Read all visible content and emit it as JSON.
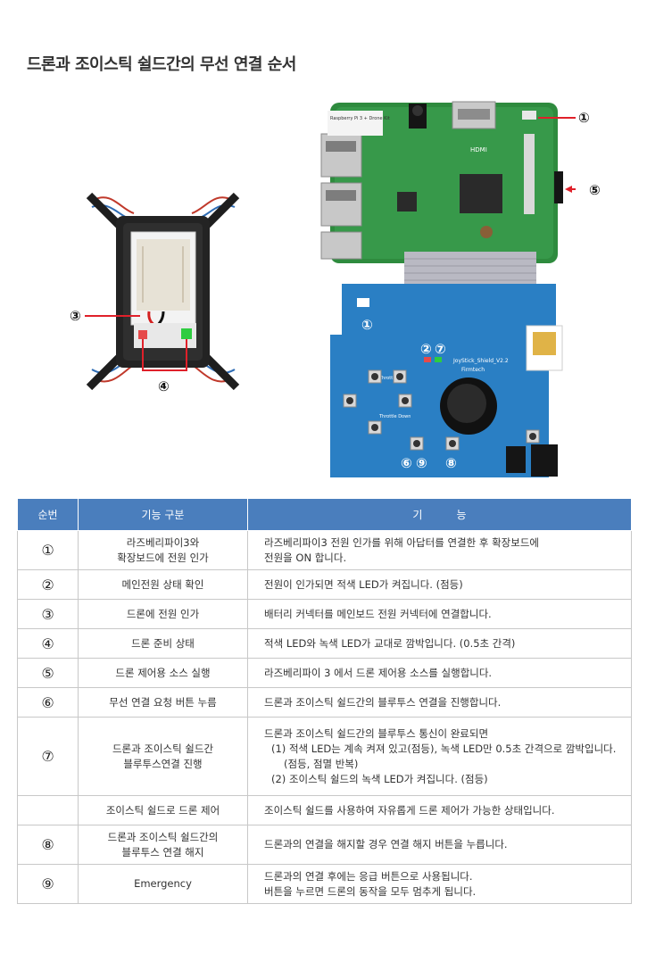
{
  "page": {
    "title": "드론과 조이스틱 쉴드간의 무선 연결 순서"
  },
  "drone_callouts": [
    "③",
    "④"
  ],
  "board_callouts": [
    "①",
    "⑤",
    "①",
    "②",
    "⑦",
    "⑥",
    "⑨",
    "⑧"
  ],
  "board_labels": {
    "rpi_label": "Raspberry Pi 3 + Drone Kit",
    "hdmi": "HDMI",
    "shield_name": "JoyStick_Shield_V2.2",
    "brand": "Firmtech",
    "throttle_up": "Throttle Up",
    "throttle_down": "Throttle Down"
  },
  "table": {
    "headers": [
      "순번",
      "기능 구분",
      "기          능"
    ],
    "rows": [
      {
        "num": "①",
        "cat": [
          "라즈베리파이3와",
          "확장보드에 전원 인가"
        ],
        "desc": [
          "라즈베리파이3 전원 인가를 위해 아답터를 연결한 후 확장보드에",
          "전원을 ON 합니다."
        ]
      },
      {
        "num": "②",
        "cat": [
          "메인전원 상태 확인"
        ],
        "desc": [
          "전원이 인가되면 적색 LED가 켜집니다. (점등)"
        ]
      },
      {
        "num": "③",
        "cat": [
          "드론에 전원 인가"
        ],
        "desc": [
          "배터리 커넥터를 메인보드 전원 커넥터에 연결합니다."
        ]
      },
      {
        "num": "④",
        "cat": [
          "드론 준비 상태"
        ],
        "desc": [
          "적색 LED와 녹색 LED가 교대로 깜박입니다. (0.5초 간격)"
        ]
      },
      {
        "num": "⑤",
        "cat": [
          "드론 제어용 소스 실행"
        ],
        "desc": [
          "라즈베리파이 3 에서 드론 제어용 소스를 실행합니다."
        ]
      },
      {
        "num": "⑥",
        "cat": [
          "무선 연결 요청 버튼 누름"
        ],
        "desc": [
          "드론과 조이스틱 쉴드간의 블루투스 연결을 진행합니다."
        ]
      },
      {
        "num": "⑦",
        "cat": [
          "드론과 조이스틱 쉴드간",
          "블루투스연결 진행"
        ],
        "desc": [
          "드론과 조이스틱 쉴드간의 블루투스 통신이 완료되면",
          "(1) 적색 LED는 계속 켜져 있고(점등), 녹색 LED만 0.5초 간격으로 깜박입니다.",
          "(점등, 점멸 반복)",
          "(2) 조이스틱 쉴드의 녹색 LED가 켜집니다. (점등)"
        ]
      },
      {
        "num": "",
        "cat": [
          "조이스틱 쉴드로 드론 제어"
        ],
        "desc": [
          "조이스틱 쉴드를 사용하여 자유롭게 드론 제어가 가능한 상태입니다."
        ]
      },
      {
        "num": "⑧",
        "cat": [
          "드론과 조이스틱 쉴드간의",
          "블루투스 연결 해지"
        ],
        "desc": [
          "드론과의 연결을 해지할 경우 연결 해지 버튼을 누릅니다."
        ]
      },
      {
        "num": "⑨",
        "cat": [
          "Emergency"
        ],
        "desc": [
          "드론과의 연결 후에는 응급 버튼으로 사용됩니다.",
          "버튼을 누르면 드론의 동작을 모두 멈추게 됩니다."
        ]
      }
    ]
  },
  "colors": {
    "header_bg": "#4a7ebd",
    "board_green": "#2e8b3e",
    "shield_blue": "#2a7fc4",
    "callout_red": "#e0202a"
  }
}
